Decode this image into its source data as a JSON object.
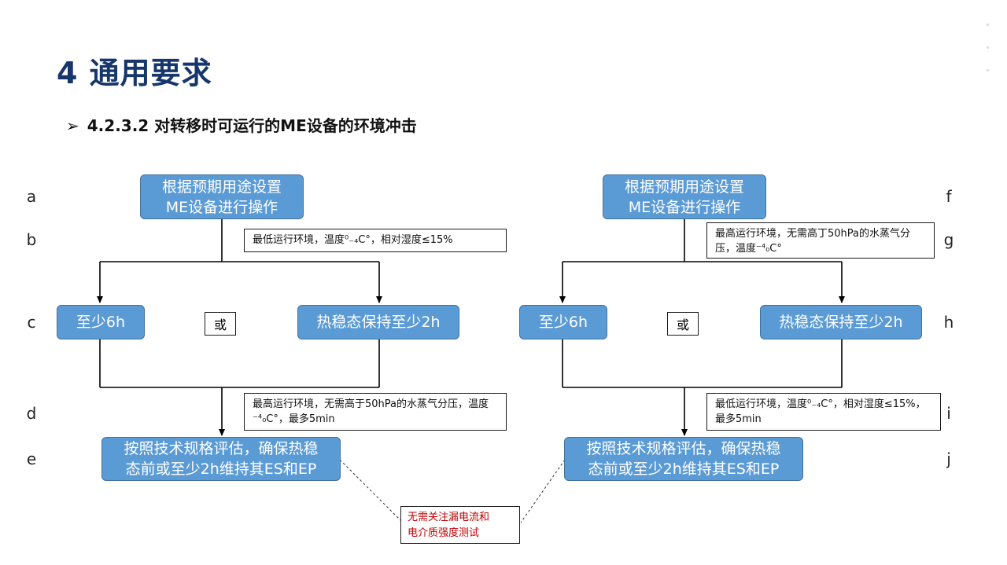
{
  "header": {
    "title": "4 通用要求",
    "subtitle_arrow": "➢",
    "subtitle": "4.2.3.2 对转移时可运行的ME设备的环境冲击"
  },
  "left": {
    "start": "根据预期用途设置\nME设备进行操作",
    "cond_top": "最低运行环境，温度⁰₋₄C°，相对湿度≤15%",
    "opt1": "至少6h",
    "or": "或",
    "opt2": "热稳态保持至少2h",
    "cond_bottom": "最高运行环境，无需高于50hPa的水蒸气分压，温度⁻⁴₀C°，最多5min",
    "end": "按照技术规格评估，确保热稳\n态前或至少2h维持其ES和EP"
  },
  "right": {
    "start": "根据预期用途设置\nME设备进行操作",
    "cond_top": "最高运行环境，无需高丁50hPa的水蒸气分压，温度⁻⁴₀C°",
    "opt1": "至少6h",
    "or": "或",
    "opt2": "热稳态保持至少2h",
    "cond_bottom": "最低运行环境，温度⁰₋₄C°，相对湿度≤15%，最多5min",
    "end": "按照技术规格评估，确保热稳\n态前或至少2h维持其ES和EP"
  },
  "note": "无需关注漏电流和\n电介质强度测试",
  "labels_left": [
    "a",
    "b",
    "c",
    "d",
    "e"
  ],
  "labels_right": [
    "f",
    "g",
    "h",
    "i",
    "j"
  ],
  "colors": {
    "title": "#17366b",
    "box_fill": "#5b9bd5",
    "box_border": "#41719c",
    "note_text": "#c00000"
  }
}
